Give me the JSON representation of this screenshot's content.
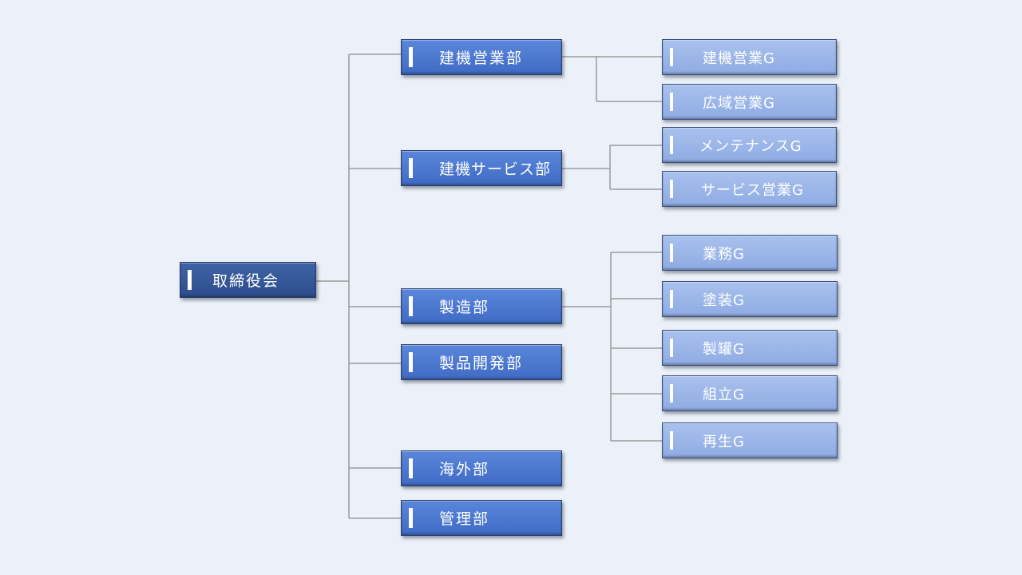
{
  "chart": {
    "root": {
      "id": "root",
      "label": "取締役会"
    },
    "departments": [
      {
        "id": "d1",
        "label": "建機営業部"
      },
      {
        "id": "d2",
        "label": "建機サービス部"
      },
      {
        "id": "d3",
        "label": "製造部"
      },
      {
        "id": "d4",
        "label": "製品開発部"
      },
      {
        "id": "d5",
        "label": "海外部"
      },
      {
        "id": "d6",
        "label": "管理部"
      }
    ],
    "groups": [
      {
        "id": "g1",
        "parent": "d1",
        "label": "建機営業G"
      },
      {
        "id": "g2",
        "parent": "d1",
        "label": "広域営業G"
      },
      {
        "id": "g3",
        "parent": "d2",
        "label": "メンテナンスG"
      },
      {
        "id": "g4",
        "parent": "d2",
        "label": "サービス営業G"
      },
      {
        "id": "g5",
        "parent": "d3",
        "label": "業務G"
      },
      {
        "id": "g6",
        "parent": "d3",
        "label": "塗装G"
      },
      {
        "id": "g7",
        "parent": "d3",
        "label": "製罐G"
      },
      {
        "id": "g8",
        "parent": "d3",
        "label": "組立G"
      },
      {
        "id": "g9",
        "parent": "d3",
        "label": "再生G"
      }
    ]
  },
  "colors": {
    "background": "#ecf1f9",
    "root_fill": "#2d4d8c",
    "department_fill": "#4672cc",
    "group_fill": "#98b3e8",
    "connector": "#9a9a9a"
  }
}
